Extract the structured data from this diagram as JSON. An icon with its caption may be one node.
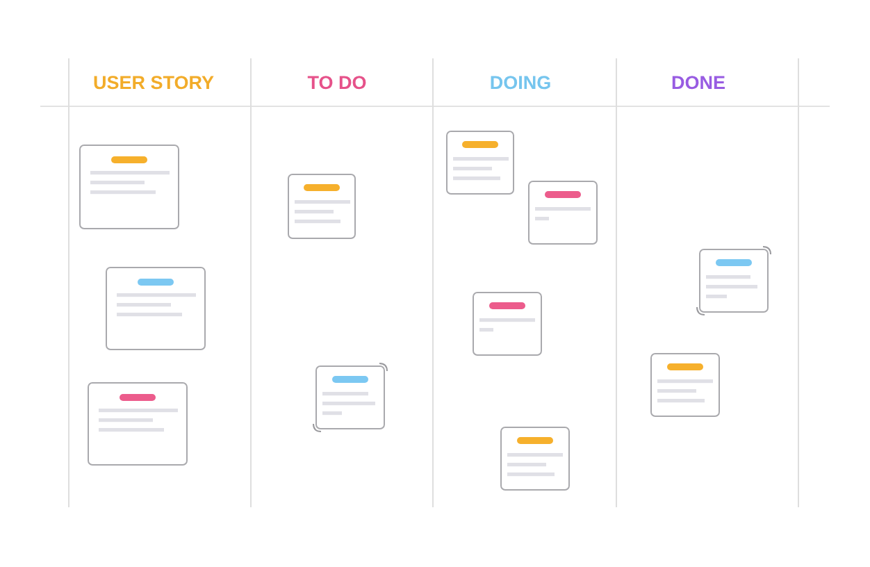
{
  "diagram": {
    "nodes": [
      {
        "text": [
          "USER STORY"
        ]
      },
      {
        "text": [],
        "shape": "box",
        "in": 0
      },
      {
        "text": [],
        "shape": "box",
        "in": 0
      },
      {
        "text": [],
        "shape": "box",
        "in": 0
      },
      {
        "text": [
          "TO DO"
        ]
      },
      {
        "text": [],
        "shape": "box",
        "in": 4
      },
      {
        "text": [],
        "shape": "box",
        "in": 4
      },
      {
        "text": [
          "DOING"
        ]
      },
      {
        "text": [],
        "shape": "box",
        "in": 7
      },
      {
        "text": [],
        "shape": "box",
        "in": 7
      },
      {
        "text": [],
        "shape": "box",
        "in": 7
      },
      {
        "text": [],
        "shape": "box",
        "in": 7
      },
      {
        "text": [
          "DONE"
        ]
      },
      {
        "text": [],
        "shape": "box",
        "in": 12
      },
      {
        "text": [],
        "shape": "box",
        "in": 12
      }
    ]
  }
}
